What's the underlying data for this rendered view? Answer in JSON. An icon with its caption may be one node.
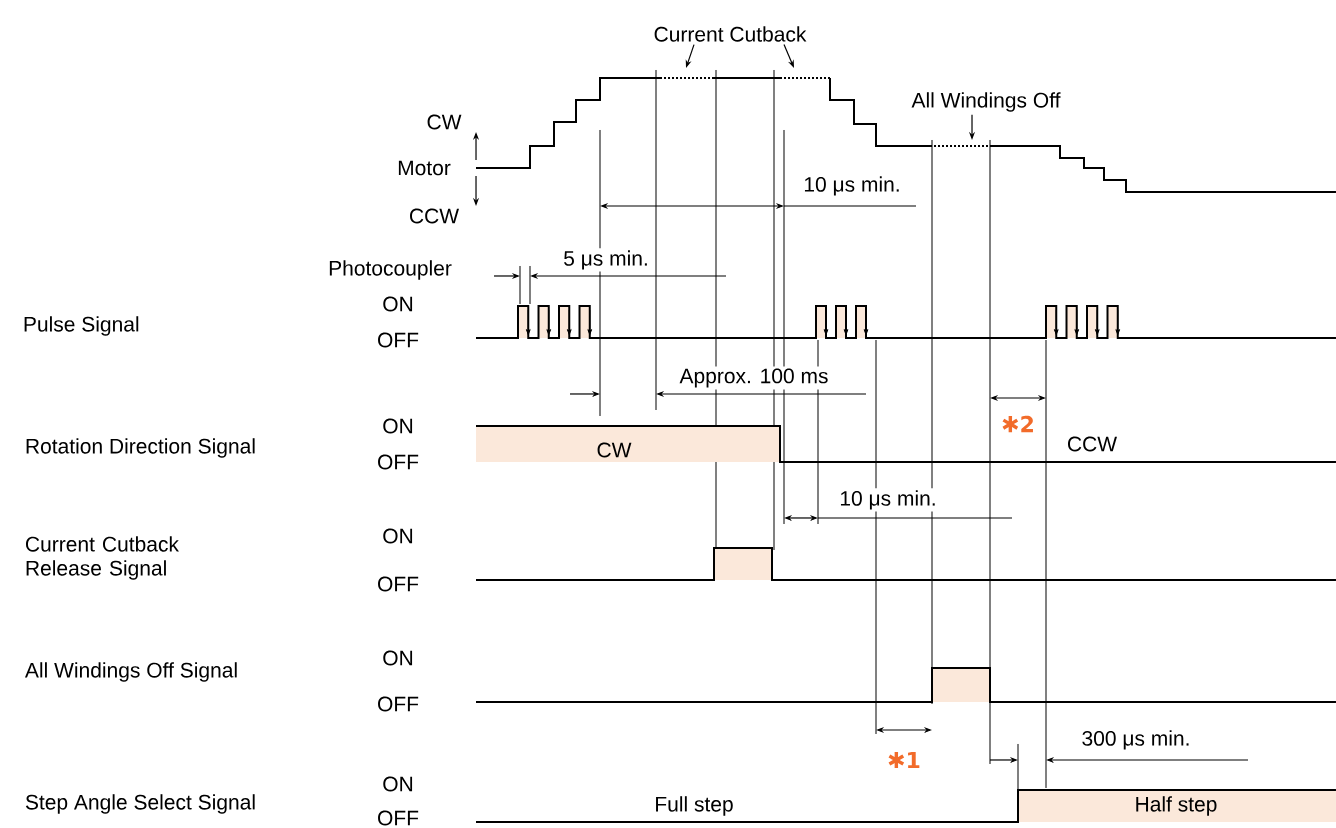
{
  "diagram": {
    "nodes": [
      {
        "text": [
          "Current Cutback"
        ]
      },
      {
        "text": [
          "All Windings Off"
        ]
      }
    ],
    "edges": [
      {
        "from": 0,
        "to": null,
        "arrow": "to"
      },
      {
        "from": 0,
        "to": null,
        "arrow": "to"
      },
      {
        "from": 1,
        "to": null,
        "arrow": "to"
      }
    ],
    "labels": [
      "CW",
      "Motor",
      "CCW",
      "Photocoupler",
      "5 μs min.",
      "10 μs min.",
      "Pulse Signal",
      "ON",
      "OFF",
      "Approx. 100 ms",
      "Rotation Direction Signal",
      "ON",
      "OFF",
      "CW",
      "✱2",
      "CCW",
      "10 μs min.",
      "Current Cutback Release Signal",
      "ON",
      "OFF",
      "All Windings Off Signal",
      "ON",
      "OFF",
      "✱1",
      "300 μs min.",
      "Step Angle Select Signal",
      "ON",
      "OFF",
      "Full step",
      "Half step"
    ]
  }
}
